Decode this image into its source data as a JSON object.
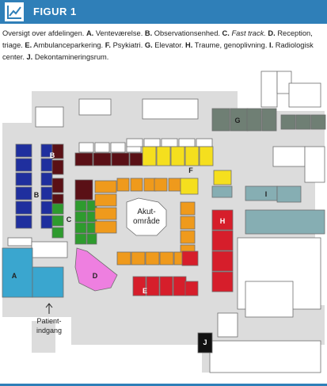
{
  "header": {
    "title": "FIGUR 1",
    "icon": "line-chart-icon",
    "color": "#2f7fb8"
  },
  "caption": {
    "intro": "Oversigt over afdelingen.",
    "items": [
      {
        "letter": "A.",
        "text": "Venteværelse."
      },
      {
        "letter": "B.",
        "text": "Observationsenhed."
      },
      {
        "letter": "C.",
        "text": "Fast track.",
        "italic": true
      },
      {
        "letter": "D.",
        "text": "Reception, triage."
      },
      {
        "letter": "E.",
        "text": "Ambulanceparkering."
      },
      {
        "letter": "F.",
        "text": "Psykiatri."
      },
      {
        "letter": "G.",
        "text": "Elevator."
      },
      {
        "letter": "H.",
        "text": "Traume, genoplivning."
      },
      {
        "letter": "I.",
        "text": "Radiologisk center."
      },
      {
        "letter": "J.",
        "text": "Dekontamineringsrum."
      }
    ]
  },
  "plan": {
    "center_label_1": "Akut-",
    "center_label_2": "område",
    "entrance_label_1": "Patient-",
    "entrance_label_2": "indgang",
    "zones": {
      "A": {
        "letter": "A",
        "color": "#3aa6cf"
      },
      "B": {
        "letter": "B",
        "color": "#1f2f9e"
      },
      "C": {
        "letter": "C",
        "color": "#2e9b2e"
      },
      "D": {
        "letter": "D",
        "color": "#ee7fe0"
      },
      "E": {
        "letter": "E",
        "color": "#d61e2b"
      },
      "F": {
        "letter": "F",
        "color": "#f5df1e"
      },
      "G": {
        "letter": "G",
        "color": "#6f7f74"
      },
      "H": {
        "letter": "H",
        "color": "#d61e2b"
      },
      "I": {
        "letter": "I",
        "color": "#86aeb3"
      },
      "J": {
        "letter": "J",
        "color": "#111111"
      }
    },
    "colors": {
      "corridor": "#dcdcdc",
      "wall": "#6e6e6e",
      "maroon": "#5a1016",
      "orange": "#ef9a1c"
    }
  }
}
